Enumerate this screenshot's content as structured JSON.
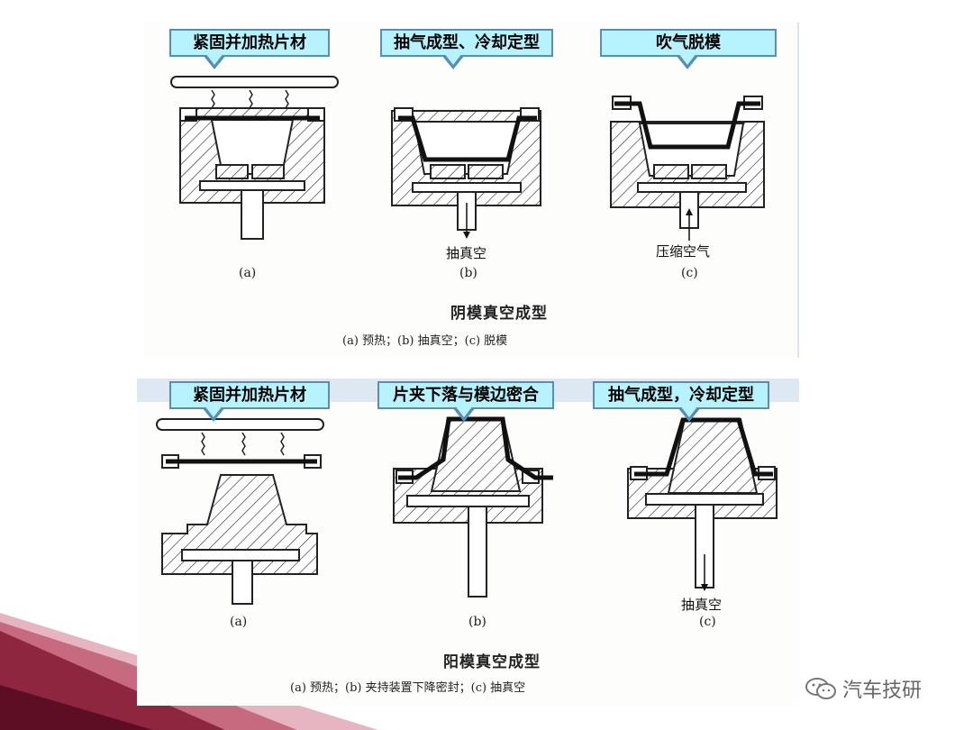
{
  "top_section": {
    "stages": [
      {
        "label": "紧固并加热片材",
        "sub": "(a)"
      },
      {
        "label": "抽气成型、冷却定型",
        "sub": "(b)",
        "flow": "抽真空"
      },
      {
        "label": "吹气脱模",
        "sub": "(c)",
        "flow": "压缩空气"
      }
    ],
    "caption": "阴模真空成型",
    "note": "(a) 预热；(b) 抽真空；(c) 脱模"
  },
  "bottom_section": {
    "stages": [
      {
        "label": "紧固并加热片材",
        "sub": "(a)"
      },
      {
        "label": "片夹下落与模边密合",
        "sub": "(b)"
      },
      {
        "label": "抽气成型，冷却定型",
        "sub": "(c)",
        "flow": "抽真空"
      }
    ],
    "caption": "阳模真空成型",
    "note": "(a) 预热；(b) 夹持装置下降密封；(c) 抽真空"
  },
  "watermark": {
    "text": "汽车技研",
    "icon": "wechat-icon"
  },
  "colors": {
    "label_fill": "#b7f3ff",
    "label_border": "#5a8db0",
    "ribbon_dark": "#5c0f24",
    "ribbon_light": "#c76a80"
  }
}
